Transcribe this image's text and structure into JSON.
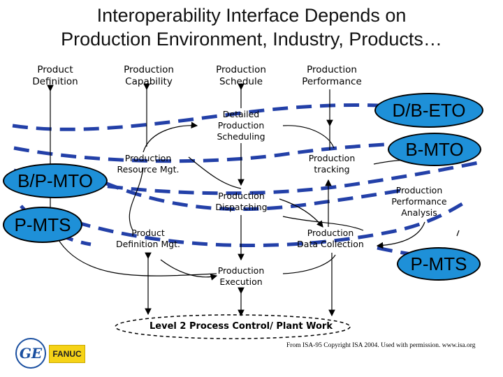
{
  "title": {
    "line1": "Interoperability Interface Depends on",
    "line2": "Production Environment, Industry, Products…"
  },
  "headers": {
    "product_definition": "Product\nDefinition",
    "production_capability": "Production\nCapability",
    "production_schedule": "Production\nSchedule",
    "production_performance": "Production\nPerformance"
  },
  "nodes": {
    "detailed_scheduling": "Detailed\nProduction\nScheduling",
    "resource_mgt": "Production\nResource Mgt.",
    "tracking": "Production\ntracking",
    "dispatching": "Production\nDispatching",
    "performance_analysis": "Production\nPerformance\nAnalysis",
    "definition_mgt": "Product\nDefinition Mgt.",
    "data_collection": "Production\nData Collection",
    "execution": "Production\nExecution",
    "level2": "Level 2 Process Control/ Plant Work"
  },
  "labels": {
    "d_b_eto": "D/B-ETO",
    "b_mto": "B-MTO",
    "b_p_mto": "B/P-MTO",
    "p_mts_left": "P-MTS",
    "p_mts_right": "P-MTS"
  },
  "footer": {
    "source": "From ISA-95 Copyright ISA 2004. Used with permission. www.isa.org",
    "ge_logo_text": "GE",
    "fanuc_logo_text": "FANUC"
  },
  "colors": {
    "dashed_line": "#2340a8",
    "pill_fill": "#1e90d8",
    "fanuc_yellow": "#f6d317",
    "ge_blue": "#1a4fa0"
  }
}
